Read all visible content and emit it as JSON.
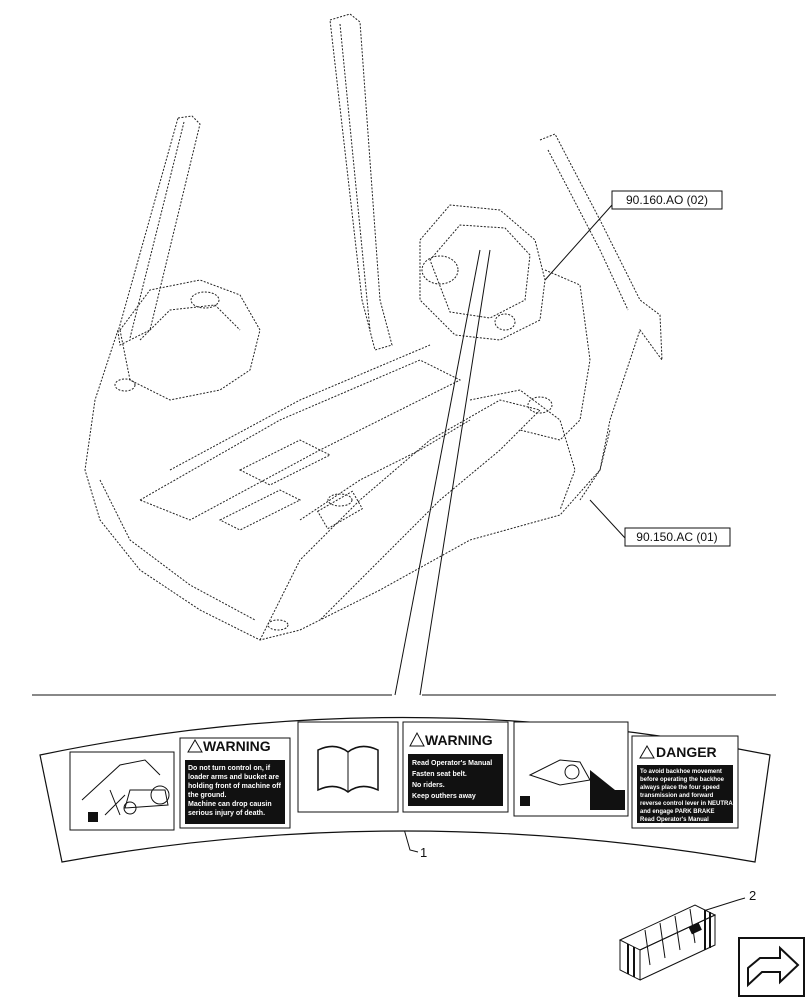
{
  "callouts": {
    "ref_top": "90.160.AO (02)",
    "ref_bottom": "90.150.AC (01)",
    "item1": "1",
    "item2": "2"
  },
  "decal": {
    "panel1": {
      "header": "WARNING",
      "lines": [
        "Do not turn control on, if",
        "loader arms and bucket are",
        "holding front of machine off",
        "the ground.",
        "Machine can drop causin",
        "serious injury of death."
      ]
    },
    "panel2": {
      "header": "WARNING",
      "lines": [
        "Read Operator's Manual",
        "Fasten seat belt.",
        "No riders.",
        "Keep outhers away"
      ]
    },
    "panel3": {
      "header": "DANGER",
      "lines": [
        "To avoid backhoe movement",
        "before operating the backhoe",
        "always place the four speed",
        "transmission and forward",
        "reverse control lever in NEUTRAL",
        "and engage PARK BRAKE",
        "Read Operator's Manual"
      ]
    }
  },
  "icons": [
    "manual-book-icon",
    "warning-triangle-icon",
    "danger-triangle-icon",
    "backhoe-machine-icon",
    "crate-icon",
    "navigation-arrow-icon"
  ]
}
